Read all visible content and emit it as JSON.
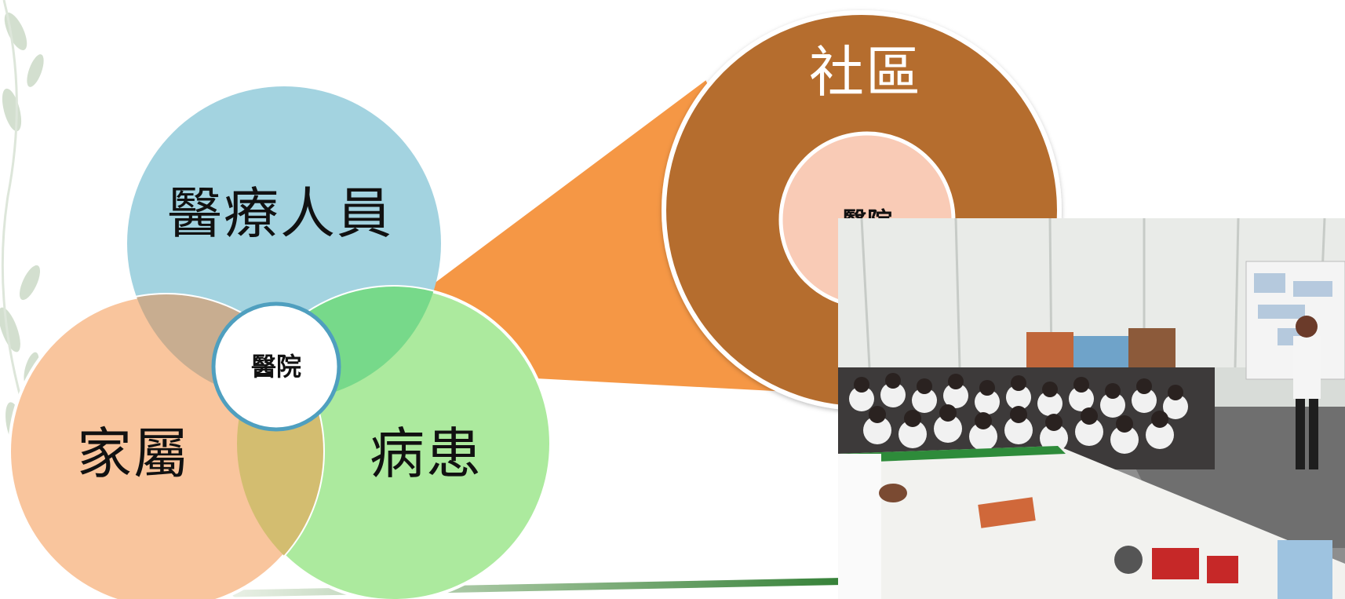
{
  "diagram": {
    "circles": {
      "medical_staff": "醫療人員",
      "family": "家屬",
      "patient": "病患",
      "hospital_center": "醫院"
    },
    "zoom": {
      "community": "社區",
      "hospital": "醫院"
    }
  },
  "photo": {
    "description_icon": "classroom-photo"
  },
  "colors": {
    "medical_staff": "#a3d3e0",
    "family": "#f9c59d",
    "patient": "#acea9e",
    "overlap_green": "#77d98a",
    "overlap_tan": "#c8ad90",
    "overlap_olive": "#d3bd70",
    "zoom_wedge": "#f59745",
    "community": "#b56d2f",
    "hospital_inner": "#f9cbb6",
    "center_ring": "#4f9fbf"
  }
}
